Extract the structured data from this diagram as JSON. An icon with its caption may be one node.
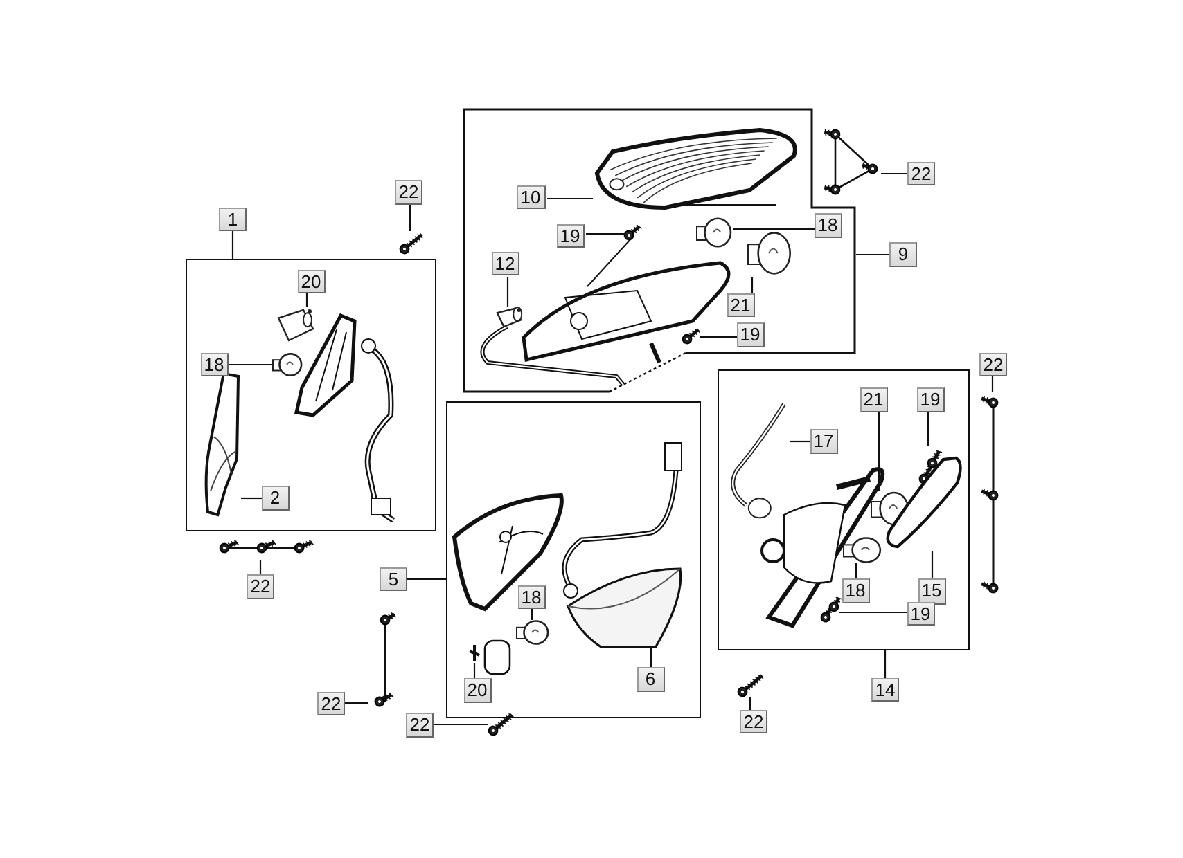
{
  "diagram": {
    "nodes": [
      {
        "text": [
          "22"
        ]
      },
      {
        "text": [],
        "shape": "picture"
      },
      {
        "text": [
          "1"
        ]
      },
      {
        "text": [],
        "shape": "box"
      },
      {
        "text": [
          "20"
        ],
        "in": 3
      },
      {
        "text": [],
        "shape": "picture",
        "in": 3
      },
      {
        "text": [
          "18"
        ],
        "in": 3
      },
      {
        "text": [],
        "shape": "picture",
        "in": 3
      },
      {
        "text": [],
        "shape": "picture",
        "in": 3
      },
      {
        "text": [
          "2"
        ],
        "in": 3
      },
      {
        "text": [],
        "shape": "box"
      },
      {
        "text": [
          "10"
        ],
        "in": 10
      },
      {
        "text": [],
        "shape": "picture",
        "in": 10
      },
      {
        "text": [
          "19"
        ],
        "in": 10
      },
      {
        "text": [],
        "shape": "picture",
        "in": 10
      },
      {
        "text": [
          "18"
        ],
        "in": 10
      },
      {
        "text": [],
        "shape": "picture",
        "in": 10
      },
      {
        "text": [
          "12"
        ],
        "in": 10
      },
      {
        "text": [],
        "shape": "picture",
        "in": 10
      },
      {
        "text": [
          "21"
        ],
        "in": 10
      },
      {
        "text": [],
        "shape": "picture",
        "in": 10
      },
      {
        "text": [
          "19"
        ],
        "in": 10
      },
      {
        "text": [],
        "shape": "picture",
        "in": 10
      },
      {
        "text": [
          "22"
        ]
      },
      {
        "text": [],
        "shape": "picture"
      },
      {
        "text": [
          "9"
        ]
      },
      {
        "text": [],
        "shape": "box"
      },
      {
        "text": [
          "17"
        ],
        "in": 26
      },
      {
        "text": [],
        "shape": "picture",
        "in": 26
      },
      {
        "text": [
          "21"
        ],
        "in": 26
      },
      {
        "text": [],
        "shape": "picture",
        "in": 26
      },
      {
        "text": [
          "19"
        ],
        "in": 26
      },
      {
        "text": [],
        "shape": "picture",
        "in": 26
      },
      {
        "text": [
          "15"
        ],
        "in": 26
      },
      {
        "text": [],
        "shape": "picture",
        "in": 26
      },
      {
        "text": [
          "18"
        ],
        "in": 26
      },
      {
        "text": [],
        "shape": "picture",
        "in": 26
      },
      {
        "text": [
          "19"
        ],
        "in": 26
      },
      {
        "text": [],
        "shape": "picture",
        "in": 26
      },
      {
        "text": [
          "14"
        ]
      },
      {
        "text": [
          "22"
        ]
      },
      {
        "text": [],
        "shape": "picture"
      },
      {
        "text": [],
        "shape": "box"
      },
      {
        "text": [
          "5"
        ]
      },
      {
        "text": [
          "18"
        ],
        "in": 42
      },
      {
        "text": [],
        "shape": "picture",
        "in": 42
      },
      {
        "text": [
          "20"
        ],
        "in": 42
      },
      {
        "text": [],
        "shape": "picture",
        "in": 42
      },
      {
        "text": [
          "6"
        ],
        "in": 42
      },
      {
        "text": [],
        "shape": "picture",
        "in": 42
      },
      {
        "text": [
          "22"
        ]
      },
      {
        "text": [],
        "shape": "picture"
      },
      {
        "text": [
          "22"
        ]
      },
      {
        "text": [],
        "shape": "picture"
      },
      {
        "text": [
          "22"
        ]
      },
      {
        "text": [],
        "shape": "picture"
      },
      {
        "text": [
          "22"
        ]
      },
      {
        "text": [],
        "shape": "picture"
      }
    ],
    "edges": [
      {
        "from": 0,
        "to": 1,
        "arrow": "none"
      },
      {
        "from": 2,
        "to": 3,
        "arrow": "none"
      },
      {
        "from": 4,
        "to": 5,
        "arrow": "none"
      },
      {
        "from": 6,
        "to": 7,
        "arrow": "none"
      },
      {
        "from": 9,
        "to": 8,
        "arrow": "none"
      },
      {
        "from": 11,
        "to": 12,
        "arrow": "none"
      },
      {
        "from": 13,
        "to": 14,
        "arrow": "none"
      },
      {
        "from": 15,
        "to": 16,
        "arrow": "none"
      },
      {
        "from": 17,
        "to": 18,
        "arrow": "none"
      },
      {
        "from": 19,
        "to": 20,
        "arrow": "none"
      },
      {
        "from": 21,
        "to": 22,
        "arrow": "none"
      },
      {
        "from": 23,
        "to": 24,
        "arrow": "none"
      },
      {
        "from": 25,
        "to": 10,
        "arrow": "none"
      },
      {
        "from": 27,
        "to": 28,
        "arrow": "none"
      },
      {
        "from": 29,
        "to": 30,
        "arrow": "none"
      },
      {
        "from": 31,
        "to": 32,
        "arrow": "none"
      },
      {
        "from": 33,
        "to": 34,
        "arrow": "none"
      },
      {
        "from": 35,
        "to": 36,
        "arrow": "none"
      },
      {
        "from": 37,
        "to": 38,
        "arrow": "none"
      },
      {
        "from": 39,
        "to": 26,
        "arrow": "none"
      },
      {
        "from": 40,
        "to": 41,
        "arrow": "none"
      },
      {
        "from": 43,
        "to": 42,
        "arrow": "none"
      },
      {
        "from": 44,
        "to": 45,
        "arrow": "none"
      },
      {
        "from": 46,
        "to": 47,
        "arrow": "none"
      },
      {
        "from": 48,
        "to": 49,
        "arrow": "none"
      },
      {
        "from": 50,
        "to": 51,
        "arrow": "none"
      },
      {
        "from": 52,
        "to": 53,
        "arrow": "none"
      },
      {
        "from": 54,
        "to": 55,
        "arrow": "none"
      },
      {
        "from": 56,
        "to": 57,
        "arrow": "none"
      }
    ]
  }
}
